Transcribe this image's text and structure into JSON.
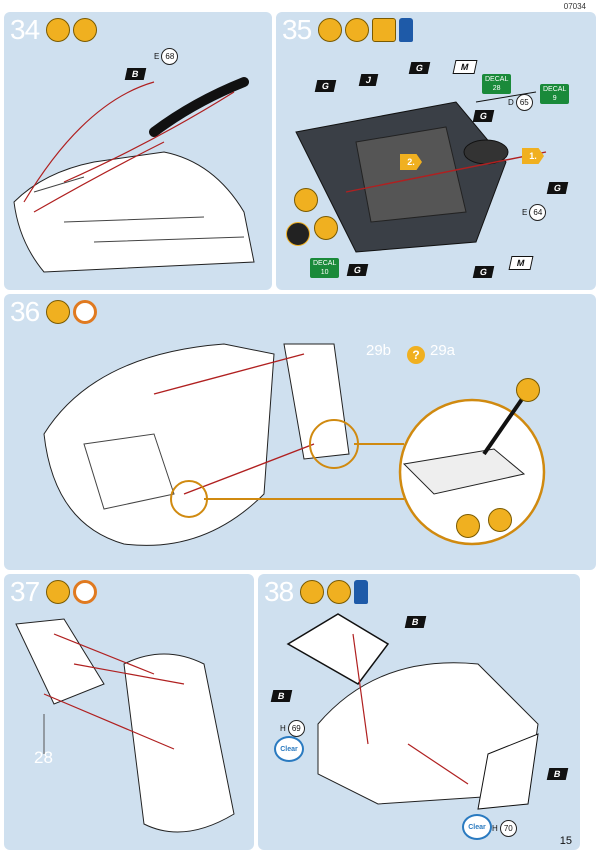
{
  "doc_code": "07034",
  "page_number": "15",
  "steps": {
    "s34": {
      "number": "34",
      "icons": [
        "glue-tube-icon",
        "paintbrush-icon"
      ],
      "parts": {
        "e68": "68",
        "e_prefix": "E"
      },
      "tags": [
        "B"
      ]
    },
    "s35": {
      "number": "35",
      "icons": [
        "glue-tube-icon",
        "paintbrush-icon",
        "decal-water-icon",
        "paint-bottle-icon"
      ],
      "tags": {
        "g": "G",
        "j": "J",
        "m": "M"
      },
      "decals": [
        {
          "label": "DECAL",
          "num": "28"
        },
        {
          "label": "DECAL",
          "num": "9"
        },
        {
          "label": "DECAL",
          "num": "10"
        }
      ],
      "parts": {
        "d65_prefix": "D",
        "d65": "65",
        "e64_prefix": "E",
        "e64": "64"
      },
      "callouts": [
        "2.",
        "1."
      ]
    },
    "s36": {
      "number": "36",
      "icons": [
        "glue-tube-icon",
        "clock-icon"
      ],
      "alt_left": "29b",
      "alt_right": "29a"
    },
    "s37": {
      "number": "37",
      "icons": [
        "glue-tube-icon",
        "clock-icon"
      ],
      "part_label": "28"
    },
    "s38": {
      "number": "38",
      "icons": [
        "glue-tube-icon",
        "paintbrush-icon",
        "paint-bottle-icon"
      ],
      "tags": {
        "b": "B"
      },
      "parts": {
        "h69_prefix": "H",
        "h69": "69",
        "h70_prefix": "H",
        "h70": "70"
      },
      "clear_label": "Clear"
    }
  },
  "colors": {
    "panel": "#cfe0ef",
    "accent": "#f0b020",
    "guide": "#b02020",
    "decal": "#1a8a3a"
  }
}
